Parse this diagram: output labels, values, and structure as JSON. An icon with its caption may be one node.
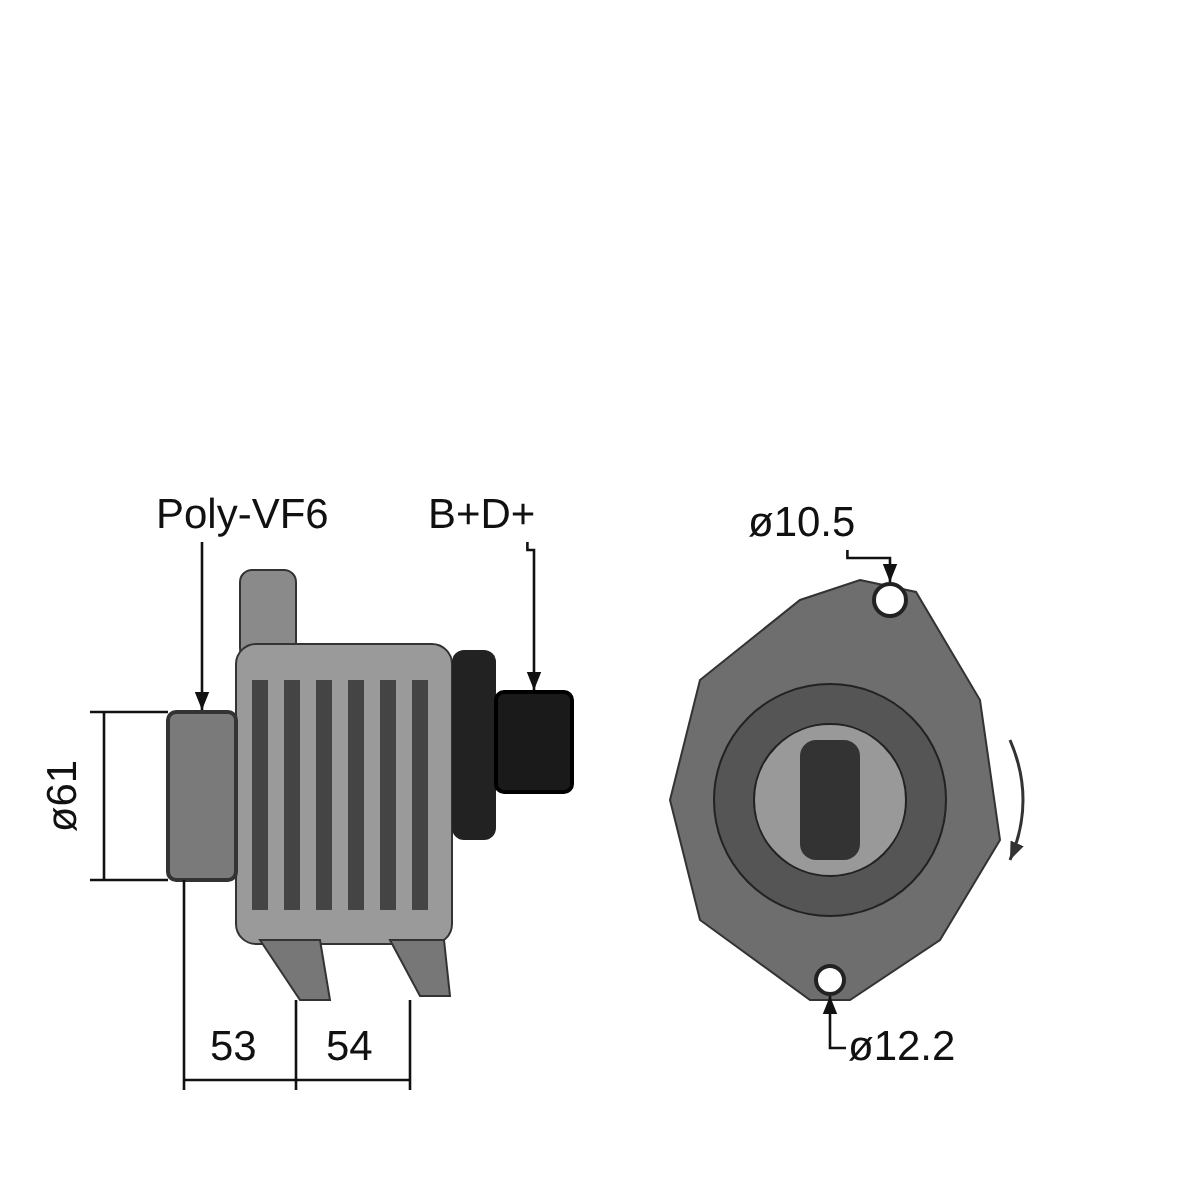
{
  "diagram": {
    "nodes": [
      {
        "text": [
          "Poly-VF6"
        ]
      },
      {
        "text": [],
        "shape": "box"
      },
      {
        "text": [
          "B+D+"
        ]
      },
      {
        "text": [],
        "shape": "box"
      },
      {
        "text": [
          "ø10.5"
        ]
      },
      {
        "text": [],
        "shape": "circle"
      },
      {
        "text": [
          "ø12.2"
        ]
      },
      {
        "text": [],
        "shape": "circle"
      }
    ],
    "edges": [
      {
        "from": 0,
        "to": 1,
        "arrow": "to"
      },
      {
        "from": 2,
        "to": 3,
        "arrow": "to"
      },
      {
        "from": 4,
        "to": 5,
        "arrow": "to"
      },
      {
        "from": 6,
        "to": 7,
        "arrow": "to"
      }
    ],
    "labels": [
      "ø61",
      "53",
      "54"
    ]
  }
}
